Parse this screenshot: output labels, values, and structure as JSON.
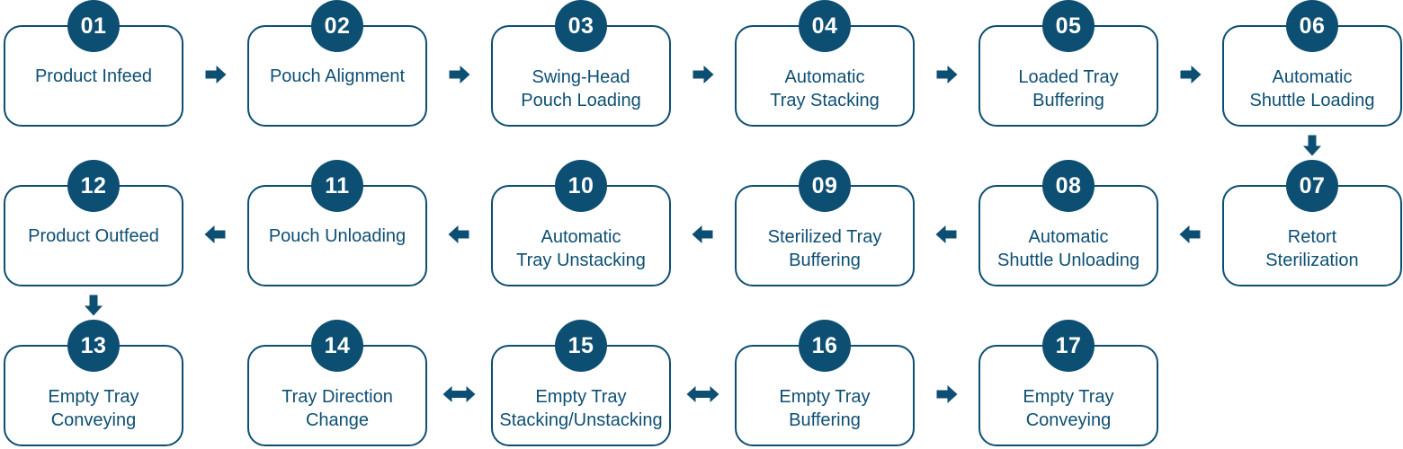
{
  "colors": {
    "primary": "#0d4f73",
    "background": "#ffffff"
  },
  "steps": [
    {
      "number": "01",
      "lines": [
        "Product Infeed"
      ]
    },
    {
      "number": "02",
      "lines": [
        "Pouch Alignment"
      ]
    },
    {
      "number": "03",
      "lines": [
        "Swing-Head",
        "Pouch Loading"
      ]
    },
    {
      "number": "04",
      "lines": [
        "Automatic",
        "Tray Stacking"
      ]
    },
    {
      "number": "05",
      "lines": [
        "Loaded Tray",
        "Buffering"
      ]
    },
    {
      "number": "06",
      "lines": [
        "Automatic",
        "Shuttle Loading"
      ]
    },
    {
      "number": "07",
      "lines": [
        "Retort",
        "Sterilization"
      ]
    },
    {
      "number": "08",
      "lines": [
        "Automatic",
        "Shuttle Unloading"
      ]
    },
    {
      "number": "09",
      "lines": [
        "Sterilized Tray",
        "Buffering"
      ]
    },
    {
      "number": "10",
      "lines": [
        "Automatic",
        "Tray Unstacking"
      ]
    },
    {
      "number": "11",
      "lines": [
        "Pouch Unloading"
      ]
    },
    {
      "number": "12",
      "lines": [
        "Product Outfeed"
      ]
    },
    {
      "number": "13",
      "lines": [
        "Empty Tray",
        "Conveying"
      ]
    },
    {
      "number": "14",
      "lines": [
        "Tray Direction",
        "Change"
      ]
    },
    {
      "number": "15",
      "lines": [
        "Empty Tray",
        "Stacking/Unstacking"
      ]
    },
    {
      "number": "16",
      "lines": [
        "Empty Tray",
        "Buffering"
      ]
    },
    {
      "number": "17",
      "lines": [
        "Empty Tray",
        "Conveying"
      ]
    }
  ],
  "connections": [
    {
      "from": "01",
      "to": "02",
      "direction": "right"
    },
    {
      "from": "02",
      "to": "03",
      "direction": "right"
    },
    {
      "from": "03",
      "to": "04",
      "direction": "right"
    },
    {
      "from": "04",
      "to": "05",
      "direction": "right"
    },
    {
      "from": "05",
      "to": "06",
      "direction": "right"
    },
    {
      "from": "06",
      "to": "07",
      "direction": "down"
    },
    {
      "from": "07",
      "to": "08",
      "direction": "left"
    },
    {
      "from": "08",
      "to": "09",
      "direction": "left"
    },
    {
      "from": "09",
      "to": "10",
      "direction": "left"
    },
    {
      "from": "10",
      "to": "11",
      "direction": "left"
    },
    {
      "from": "11",
      "to": "12",
      "direction": "left"
    },
    {
      "from": "12",
      "to": "13",
      "direction": "down"
    },
    {
      "from": "14",
      "to": "15",
      "direction": "both"
    },
    {
      "from": "15",
      "to": "16",
      "direction": "both"
    },
    {
      "from": "16",
      "to": "17",
      "direction": "right"
    }
  ]
}
